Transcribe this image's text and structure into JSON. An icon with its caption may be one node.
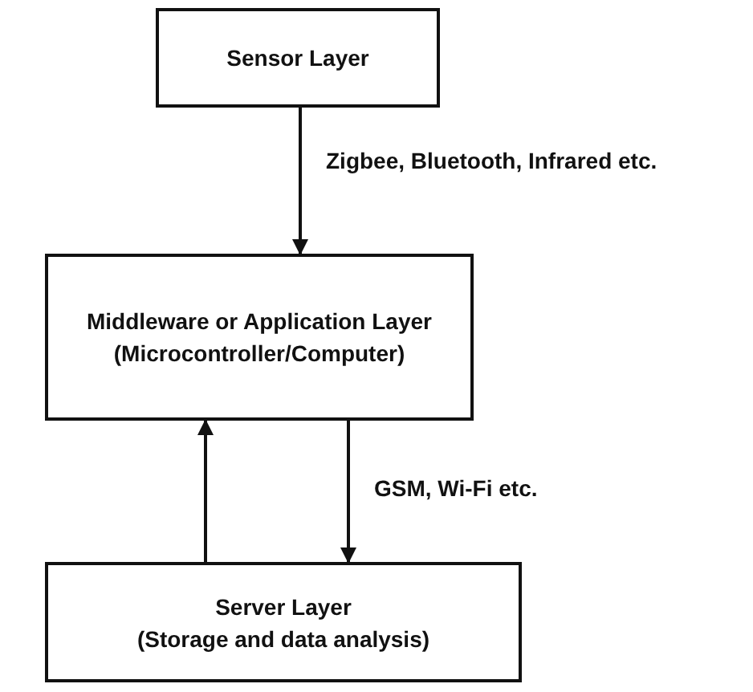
{
  "diagram": {
    "nodes": [
      {
        "text": [
          "Sensor Layer"
        ]
      },
      {
        "text": [
          "Middleware or Application Layer",
          "(Microcontroller/Computer)"
        ]
      },
      {
        "text": [
          "Server Layer",
          "(Storage and data analysis)"
        ]
      }
    ],
    "edges": [
      {
        "from": 0,
        "to": 1,
        "arrow": "to",
        "label": "Zigbee, Bluetooth, Infrared etc."
      },
      {
        "from": 2,
        "to": 1,
        "arrow": "to"
      },
      {
        "from": 1,
        "to": 2,
        "arrow": "to",
        "label": "GSM, Wi-Fi etc."
      }
    ]
  }
}
